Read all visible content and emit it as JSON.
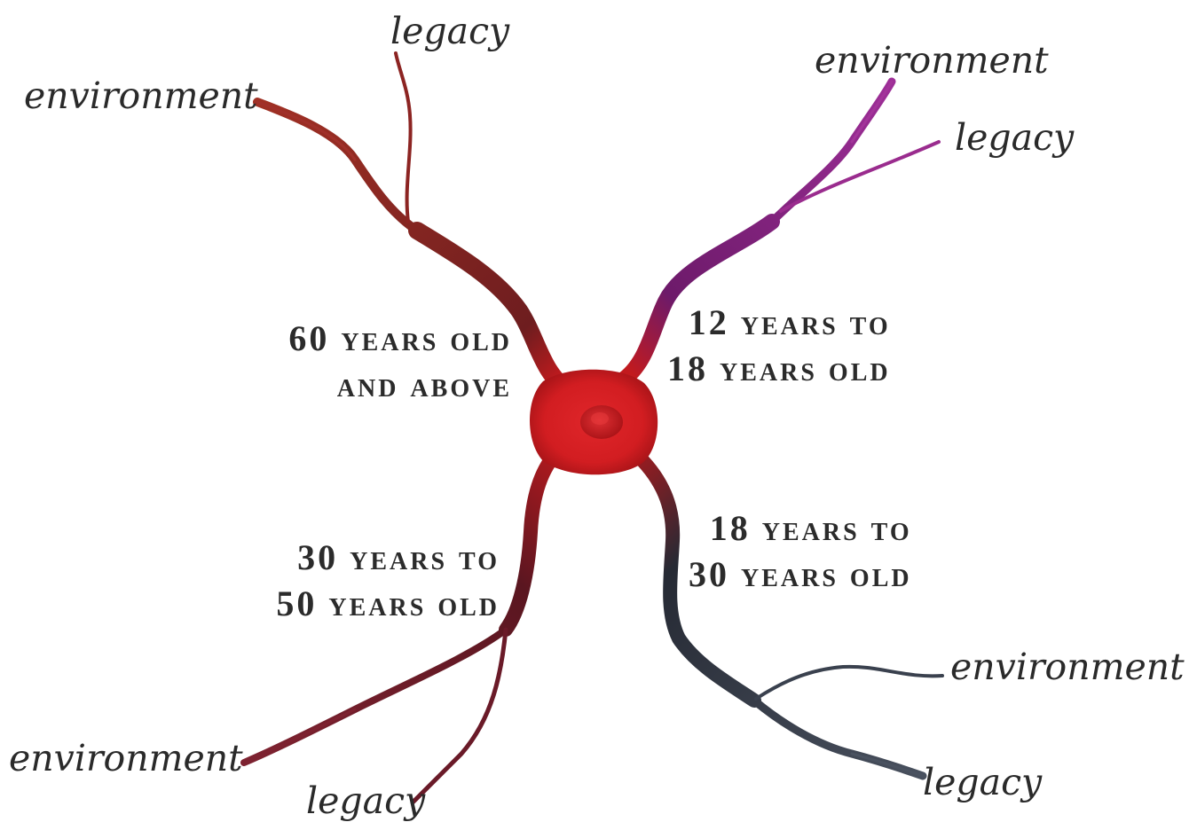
{
  "diagram": {
    "colors": {
      "soma": "#d91e22",
      "soma_center": "#b41418",
      "upper_left_branch": "#8e1e1c",
      "upper_right_branch": "#7a1a5e",
      "lower_left_branch": "#6a1824",
      "lower_right_branch": "#2e3440",
      "text": "#2b2b2b"
    },
    "branches": [
      {
        "id": "upper-left",
        "stage": [
          "60 years old",
          "and above"
        ],
        "tips": [
          "environment",
          "legacy"
        ]
      },
      {
        "id": "upper-right",
        "stage": [
          "12 years to",
          "18 years old"
        ],
        "tips": [
          "environment",
          "legacy"
        ]
      },
      {
        "id": "lower-left",
        "stage": [
          "30 years to",
          "50 years old"
        ],
        "tips": [
          "environment",
          "legacy"
        ]
      },
      {
        "id": "lower-right",
        "stage": [
          "18 years to",
          "30 years old"
        ],
        "tips": [
          "environment",
          "legacy"
        ]
      }
    ]
  }
}
